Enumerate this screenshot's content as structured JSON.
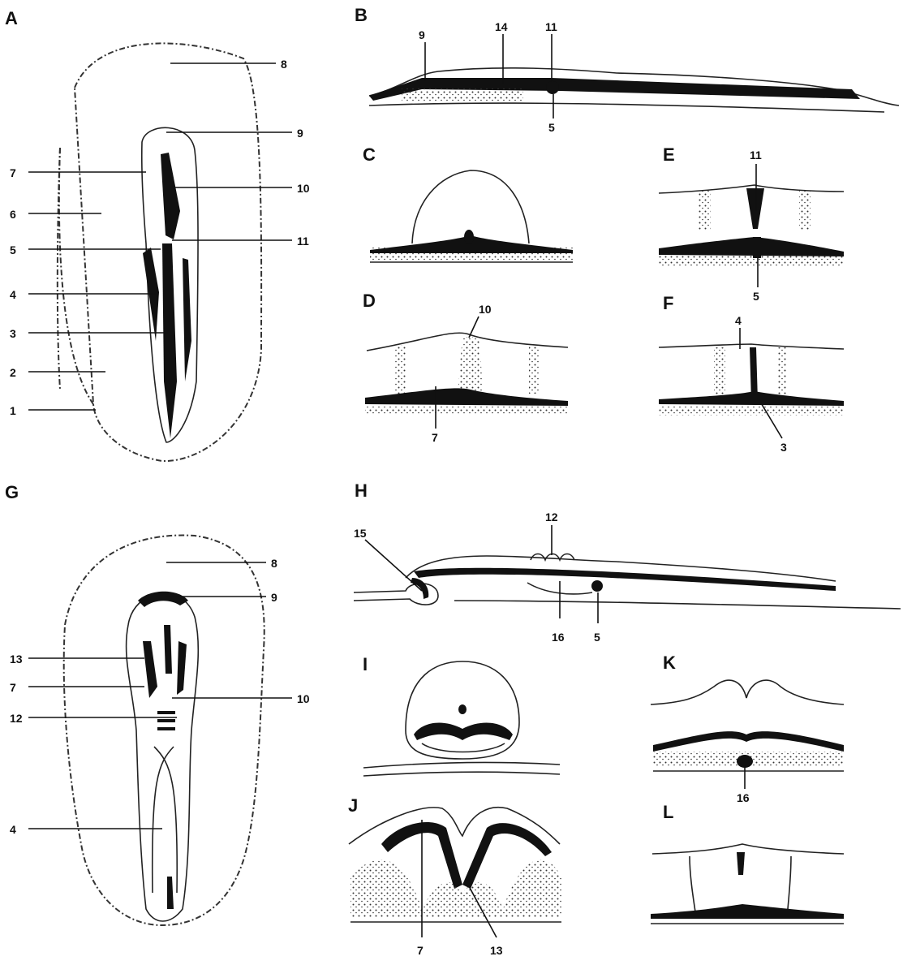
{
  "figure": {
    "panels": [
      {
        "id": "A",
        "label": "A",
        "numbers": [
          "8",
          "9",
          "7",
          "10",
          "6",
          "5",
          "11",
          "4",
          "3",
          "2",
          "1"
        ]
      },
      {
        "id": "B",
        "label": "B",
        "numbers": [
          "9",
          "14",
          "11",
          "5"
        ]
      },
      {
        "id": "C",
        "label": "C",
        "numbers": []
      },
      {
        "id": "D",
        "label": "D",
        "numbers": [
          "10",
          "7"
        ]
      },
      {
        "id": "E",
        "label": "E",
        "numbers": [
          "11",
          "5"
        ]
      },
      {
        "id": "F",
        "label": "F",
        "numbers": [
          "4",
          "3"
        ]
      },
      {
        "id": "G",
        "label": "G",
        "numbers": [
          "8",
          "9",
          "13",
          "7",
          "10",
          "12",
          "4"
        ]
      },
      {
        "id": "H",
        "label": "H",
        "numbers": [
          "15",
          "12",
          "16",
          "5"
        ]
      },
      {
        "id": "I",
        "label": "I",
        "numbers": []
      },
      {
        "id": "J",
        "label": "J",
        "numbers": [
          "7",
          "13"
        ]
      },
      {
        "id": "K",
        "label": "K",
        "numbers": [
          "16"
        ]
      },
      {
        "id": "L",
        "label": "L",
        "numbers": []
      }
    ]
  },
  "colors": {
    "ink": "#111111",
    "background": "#ffffff"
  }
}
